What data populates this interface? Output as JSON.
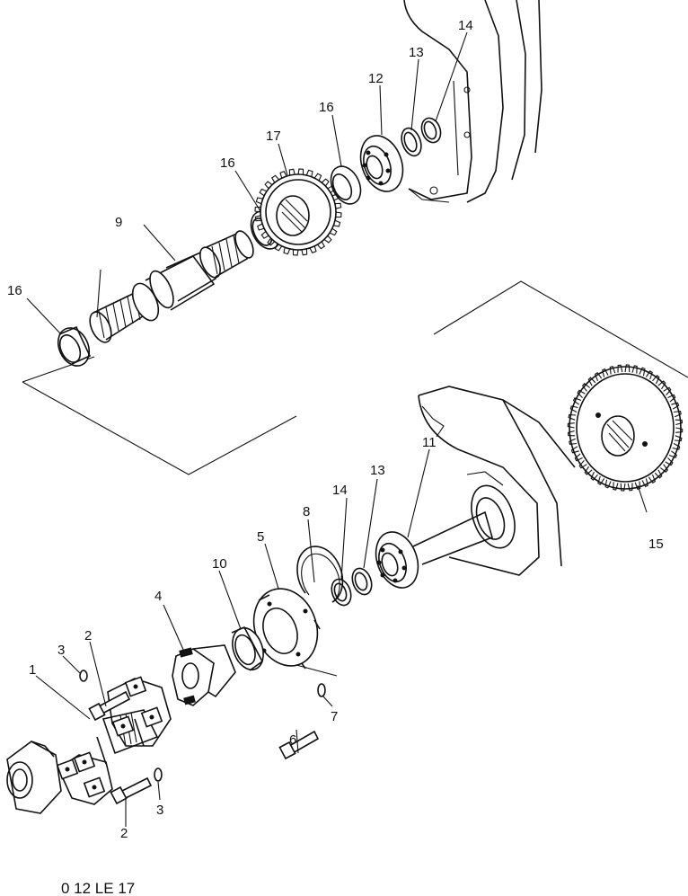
{
  "callouts": [
    {
      "id": "c1",
      "label": "1"
    },
    {
      "id": "c2a",
      "label": "2"
    },
    {
      "id": "c2b",
      "label": "2"
    },
    {
      "id": "c3a",
      "label": "3"
    },
    {
      "id": "c3b",
      "label": "3"
    },
    {
      "id": "c4",
      "label": "4"
    },
    {
      "id": "c5",
      "label": "5"
    },
    {
      "id": "c6",
      "label": "6"
    },
    {
      "id": "c7",
      "label": "7"
    },
    {
      "id": "c8",
      "label": "8"
    },
    {
      "id": "c9",
      "label": "9"
    },
    {
      "id": "c10",
      "label": "10"
    },
    {
      "id": "c11",
      "label": "11"
    },
    {
      "id": "c12",
      "label": "12"
    },
    {
      "id": "c13a",
      "label": "13"
    },
    {
      "id": "c13b",
      "label": "13"
    },
    {
      "id": "c14a",
      "label": "14"
    },
    {
      "id": "c14b",
      "label": "14"
    },
    {
      "id": "c15",
      "label": "15"
    },
    {
      "id": "c16a",
      "label": "16"
    },
    {
      "id": "c16b",
      "label": "16"
    },
    {
      "id": "c16c",
      "label": "16"
    },
    {
      "id": "c17",
      "label": "17"
    }
  ],
  "drawing_code": "0 12 LE 17"
}
